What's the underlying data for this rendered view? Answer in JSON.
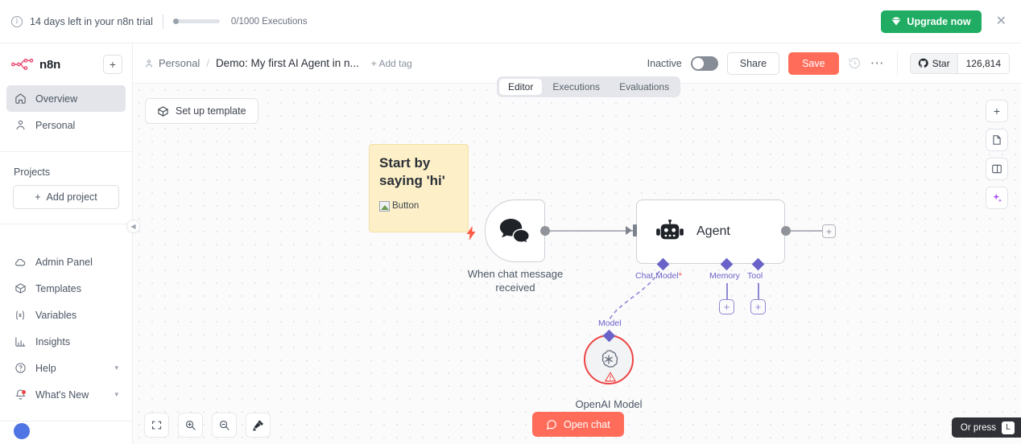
{
  "banner": {
    "info_icon": "info-circle-icon",
    "trial_text": "14 days left in your n8n trial",
    "executions": "0/1000 Executions",
    "upgrade_label": "Upgrade now",
    "upgrade_color": "#20ad63",
    "gem_icon": "gem-icon",
    "close_icon": "close-icon"
  },
  "sidebar": {
    "brand": "n8n",
    "logo_icon": "n8n-logo-icon",
    "logo_color": "#ea4b71",
    "add_icon": "plus-icon",
    "nav": [
      {
        "label": "Overview",
        "icon": "home-icon",
        "active": true
      },
      {
        "label": "Personal",
        "icon": "person-icon",
        "active": false
      }
    ],
    "projects_label": "Projects",
    "add_project_label": "Add project",
    "bottom": [
      {
        "label": "Admin Panel",
        "icon": "cloud-icon",
        "chevron": false,
        "dot": false
      },
      {
        "label": "Templates",
        "icon": "template-box-icon",
        "chevron": false,
        "dot": false
      },
      {
        "label": "Variables",
        "icon": "variables-icon",
        "chevron": false,
        "dot": false
      },
      {
        "label": "Insights",
        "icon": "bar-chart-icon",
        "chevron": false,
        "dot": false
      },
      {
        "label": "Help",
        "icon": "question-circle-icon",
        "chevron": true,
        "dot": false
      },
      {
        "label": "What's New",
        "icon": "bell-icon",
        "chevron": true,
        "dot": true
      }
    ],
    "collapse_icon": "chevron-left-icon"
  },
  "header": {
    "breadcrumb_project": "Personal",
    "breadcrumb_sep": "/",
    "workflow_title": "Demo: My first AI Agent in n...",
    "add_tag": "+ Add tag",
    "active_state": "Inactive",
    "share_label": "Share",
    "save_label": "Save",
    "save_color": "#ff6d5a",
    "history_icon": "history-icon",
    "more_icon": "more-dots-icon",
    "github_icon": "github-icon",
    "star_label": "Star",
    "star_count": "126,814"
  },
  "tabs": [
    {
      "label": "Editor",
      "active": true
    },
    {
      "label": "Executions",
      "active": false
    },
    {
      "label": "Evaluations",
      "active": false
    }
  ],
  "canvas": {
    "setup_template_label": "Set up template",
    "setup_template_icon": "template-box-icon",
    "right_tools": [
      {
        "icon": "plus-icon",
        "name": "add-node-button"
      },
      {
        "icon": "sticky-note-icon",
        "name": "add-sticky-note-button"
      },
      {
        "icon": "panel-toggle-icon",
        "name": "toggle-panel-button"
      },
      {
        "icon": "sparkles-icon",
        "name": "ai-assistant-button"
      }
    ],
    "bottom_tools": [
      {
        "icon": "fit-view-icon",
        "name": "zoom-to-fit-button"
      },
      {
        "icon": "zoom-in-icon",
        "name": "zoom-in-button"
      },
      {
        "icon": "zoom-out-icon",
        "name": "zoom-out-button"
      },
      {
        "icon": "tidy-up-icon",
        "name": "tidy-up-button"
      }
    ],
    "open_chat_label": "Open chat",
    "open_chat_icon": "chat-bubble-icon",
    "hint_text": "Or press",
    "hint_key": "L"
  },
  "workflow": {
    "sticky_note": {
      "heading": "Start by saying 'hi'",
      "broken_image_alt": "Button",
      "bg_color": "#fdf0c8"
    },
    "bolt_icon": "lightning-bolt-icon",
    "trigger_node": {
      "caption_line1": "When chat message",
      "caption_line2": "received",
      "icon": "chat-bubbles-icon"
    },
    "agent_node": {
      "title": "Agent",
      "icon": "robot-icon",
      "sub_connectors": [
        {
          "label": "Chat Model",
          "required": true,
          "required_mark": "*"
        },
        {
          "label": "Memory",
          "required": false,
          "required_mark": ""
        },
        {
          "label": "Tool",
          "required": false,
          "required_mark": ""
        }
      ]
    },
    "openai_node": {
      "caption": "OpenAI Model",
      "sub_label": "Model",
      "icon": "openai-icon",
      "warning_icon": "warning-triangle-icon",
      "border_color": "#ef4444"
    },
    "connector_accent": "#6a62c9"
  }
}
